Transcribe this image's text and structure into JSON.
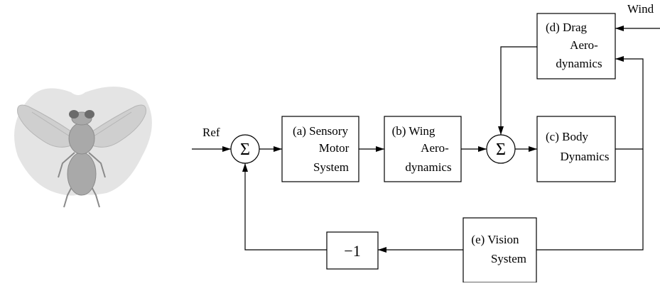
{
  "inputs": {
    "ref": "Ref",
    "wind": "Wind"
  },
  "blocks": {
    "sensory": {
      "line1": "(a) Sensory",
      "line2": "Motor",
      "line3": "System"
    },
    "wing": {
      "line1": "(b) Wing",
      "line2": "Aero-",
      "line3": "dynamics"
    },
    "body": {
      "line1": "(c) Body",
      "line2": "Dynamics"
    },
    "drag": {
      "line1": "(d) Drag",
      "line2": "Aero-",
      "line3": "dynamics"
    },
    "vision": {
      "line1": "(e) Vision",
      "line2": "System"
    },
    "gain": {
      "text": "−1"
    }
  },
  "sums": {
    "symbol": "Σ"
  },
  "colors": {
    "fly_background": "#e4e4e4",
    "fly_body": "#a9a9a9",
    "fly_wing": "#cfcfcf",
    "line": "#000000"
  },
  "icons": {
    "fly": "fruit-fly-illustration"
  }
}
